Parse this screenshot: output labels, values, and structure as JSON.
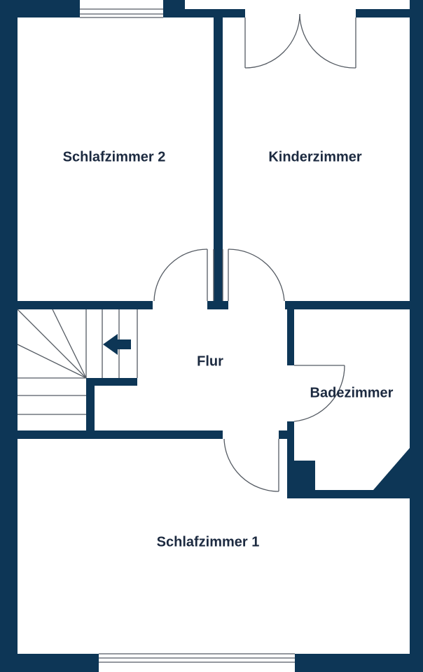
{
  "colors": {
    "wall": "#0d3656",
    "line": "#555b63",
    "label": "#1c2a40"
  },
  "rooms": {
    "schlafzimmer2": "Schlafzimmer 2",
    "kinderzimmer": "Kinderzimmer",
    "flur": "Flur",
    "badezimmer": "Badezimmer",
    "schlafzimmer1": "Schlafzimmer 1"
  },
  "icons": {
    "stairs_direction": "arrow-left-icon"
  }
}
